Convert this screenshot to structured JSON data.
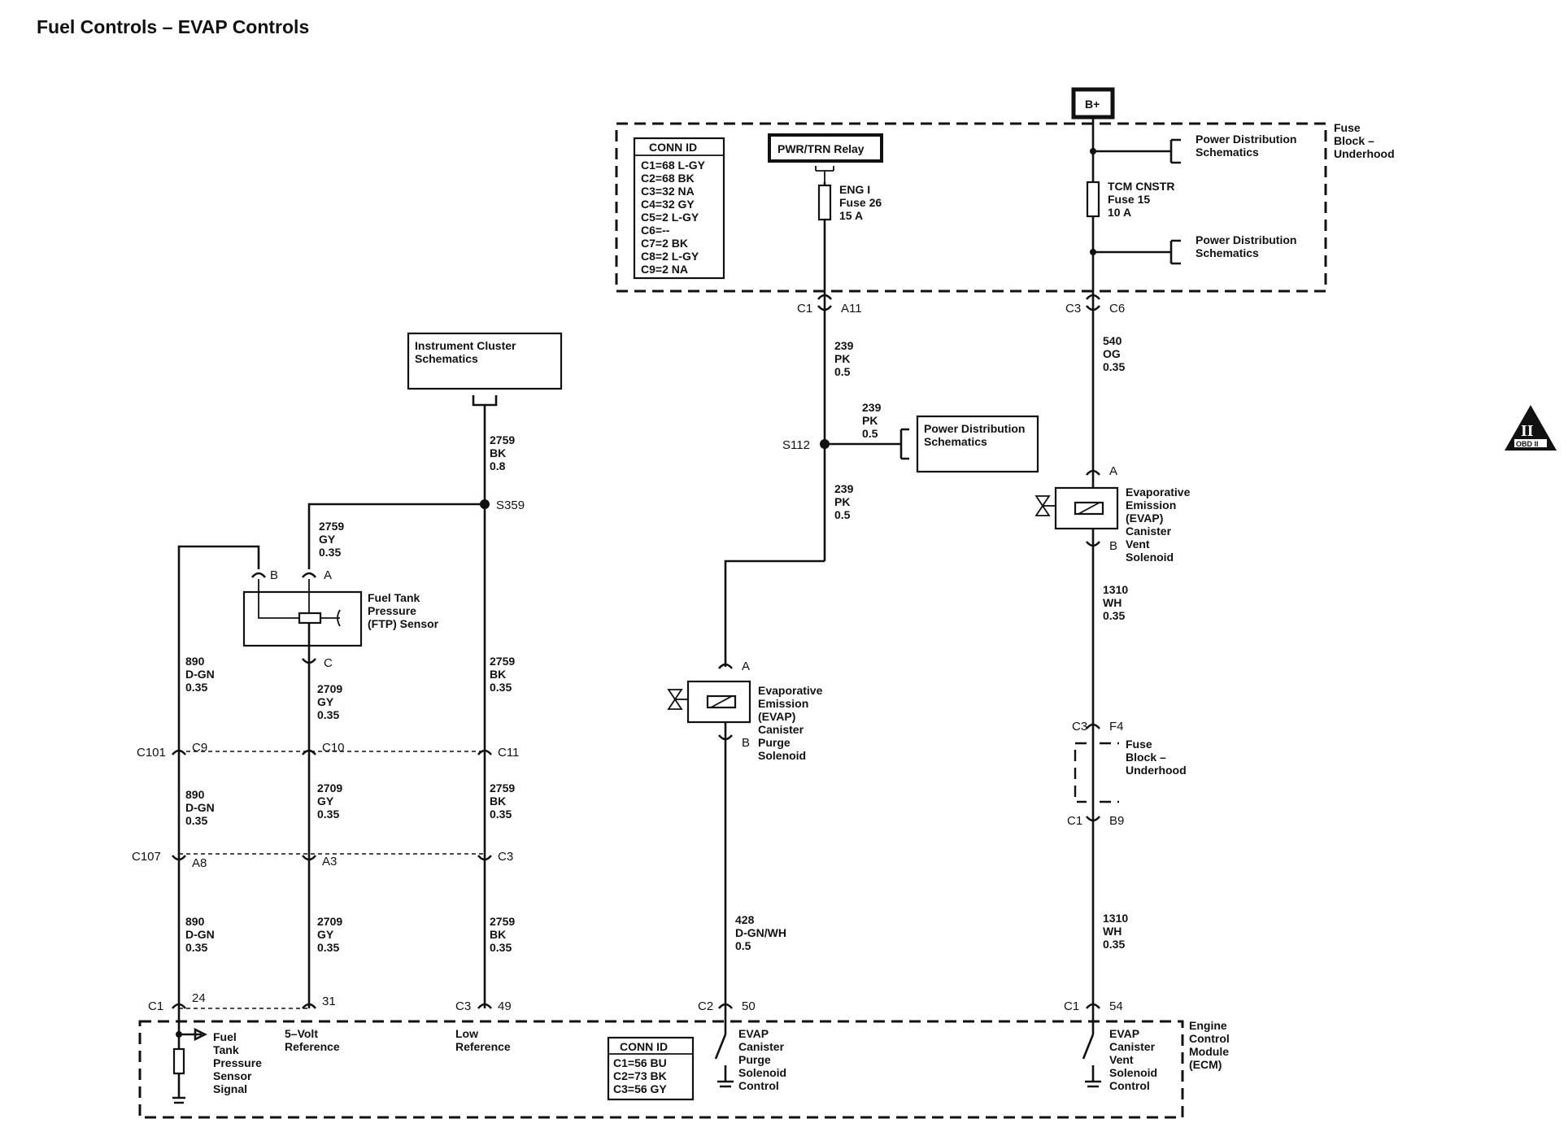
{
  "title": "Fuel Controls – EVAP Controls",
  "supply": {
    "bplus": "B+",
    "relay": "PWR/TRN Relay"
  },
  "fuse_block": {
    "name": [
      "Fuse",
      "Block –",
      "Underhood"
    ],
    "pds_top": [
      "Power Distribution",
      "Schematics"
    ],
    "pds_bottom": [
      "Power Distribution",
      "Schematics"
    ],
    "conn_id_title": "CONN ID",
    "conn_id": [
      "C1=68 L-GY",
      "C2=68 BK",
      "C3=32 NA",
      "C4=32 GY",
      "C5=2 L-GY",
      "C6=--",
      "C7=2 BK",
      "C8=2 L-GY",
      "C9=2 NA"
    ],
    "eng_fuse": [
      "ENG I",
      "Fuse 26",
      "15 A"
    ],
    "tcm_fuse": [
      "TCM CNSTR",
      "Fuse 15",
      "10 A"
    ]
  },
  "connectors": {
    "c1": "C1",
    "a11": "A11",
    "c3": "C3",
    "c6": "C6",
    "c101": "C101",
    "c9": "C9",
    "c10": "C10",
    "c11": "C11",
    "c107": "C107",
    "a8": "A8",
    "a3": "A3",
    "c3b": "C3",
    "ecm_c1": "C1",
    "pin24": "24",
    "pin31": "31",
    "ecm_c3": "C3",
    "pin49": "49",
    "ecm_c2": "C2",
    "pin50": "50",
    "ecm_c1b": "C1",
    "pin54": "54",
    "c3f": "C3",
    "f4": "F4",
    "c1b": "C1",
    "b9": "B9",
    "pin_a1": "A",
    "pin_b1": "B",
    "pin_a2": "A",
    "pin_b2": "B",
    "ftp_a": "A",
    "ftp_b": "B",
    "ftp_c": "C"
  },
  "splices": {
    "s112": "S112",
    "s359": "S359"
  },
  "wires": {
    "w239a": [
      "239",
      "PK",
      "0.5"
    ],
    "w239b": [
      "239",
      "PK",
      "0.5"
    ],
    "w239c": [
      "239",
      "PK",
      "0.5"
    ],
    "w540": [
      "540",
      "OG",
      "0.35"
    ],
    "w2759a": [
      "2759",
      "BK",
      "0.8"
    ],
    "w2759gy": [
      "2759",
      "GY",
      "0.35"
    ],
    "w2759b": [
      "2759",
      "BK",
      "0.35"
    ],
    "w2759c": [
      "2759",
      "BK",
      "0.35"
    ],
    "w2759d": [
      "2759",
      "BK",
      "0.35"
    ],
    "w890a": [
      "890",
      "D-GN",
      "0.35"
    ],
    "w890b": [
      "890",
      "D-GN",
      "0.35"
    ],
    "w890c": [
      "890",
      "D-GN",
      "0.35"
    ],
    "w2709a": [
      "2709",
      "GY",
      "0.35"
    ],
    "w2709b": [
      "2709",
      "GY",
      "0.35"
    ],
    "w2709c": [
      "2709",
      "GY",
      "0.35"
    ],
    "w1310a": [
      "1310",
      "WH",
      "0.35"
    ],
    "w1310b": [
      "1310",
      "WH",
      "0.35"
    ],
    "w428": [
      "428",
      "D-GN/WH",
      "0.5"
    ]
  },
  "components": {
    "instrument_cluster": [
      "Instrument Cluster",
      "Schematics"
    ],
    "pds_mid": [
      "Power Distribution",
      "Schematics"
    ],
    "ftp": [
      "Fuel Tank",
      "Pressure",
      "(FTP) Sensor"
    ],
    "purge": [
      "Evaporative",
      "Emission",
      "(EVAP)",
      "Canister",
      "Purge",
      "Solenoid"
    ],
    "vent": [
      "Evaporative",
      "Emission",
      "(EVAP)",
      "Canister",
      "Vent",
      "Solenoid"
    ],
    "fuse_block_small": [
      "Fuse",
      "Block –",
      "Underhood"
    ]
  },
  "ecm": {
    "name": [
      "Engine",
      "Control",
      "Module",
      "(ECM)"
    ],
    "ftp_signal": [
      "Fuel",
      "Tank",
      "Pressure",
      "Sensor",
      "Signal"
    ],
    "ref5v": [
      "5–Volt",
      "Reference"
    ],
    "low_ref": [
      "Low",
      "Reference"
    ],
    "purge_ctrl": [
      "EVAP",
      "Canister",
      "Purge",
      "Solenoid",
      "Control"
    ],
    "vent_ctrl": [
      "EVAP",
      "Canister",
      "Vent",
      "Solenoid",
      "Control"
    ],
    "conn_id_title": "CONN ID",
    "conn_id": [
      "C1=56 BU",
      "C2=73 BK",
      "C3=56 GY"
    ]
  },
  "obd_badge": {
    "roman": "II",
    "label": "OBD II"
  }
}
